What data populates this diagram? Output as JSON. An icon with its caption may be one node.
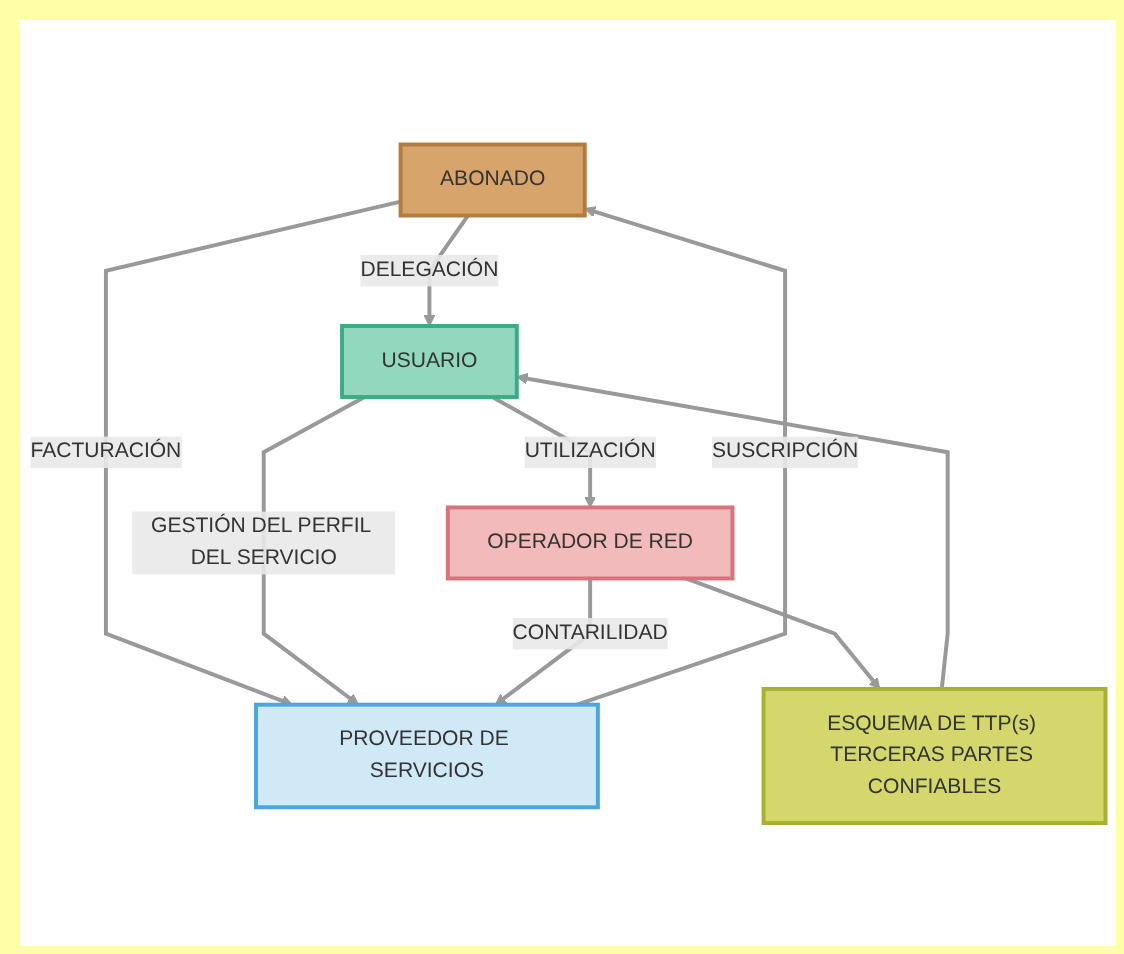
{
  "diagram": {
    "nodes": [
      {
        "text": [
          "ABONADO"
        ]
      },
      {
        "text": [
          "PROVEEDOR DE SERVICIOS"
        ]
      },
      {
        "text": [
          "USUARIO"
        ]
      },
      {
        "text": [
          "OPERADOR DE RED"
        ]
      },
      {
        "text": [
          "ESQUEMA DE TTP(s) TERCERAS PARTES CONFIABLES"
        ]
      }
    ],
    "edges": [
      {
        "from": 0,
        "to": 1,
        "arrow": "to",
        "label": "FACTURACIÓN"
      },
      {
        "from": 1,
        "to": 0,
        "arrow": "to",
        "label": "SUSCRIPCIÓN"
      },
      {
        "from": 0,
        "to": 2,
        "arrow": "to",
        "label": "DELEGACIÓN"
      },
      {
        "from": 2,
        "to": 1,
        "arrow": "to",
        "label": "GESTIÓN DEL PERFIL DEL SERVICIO"
      },
      {
        "from": 2,
        "to": 3,
        "arrow": "to",
        "label": "UTILIZACIÓN"
      },
      {
        "from": 3,
        "to": 1,
        "arrow": "to",
        "label": "CONTARILIDAD"
      },
      {
        "from": 4,
        "to": 2,
        "arrow": "to"
      },
      {
        "from": 3,
        "to": 4,
        "arrow": "to"
      }
    ]
  }
}
